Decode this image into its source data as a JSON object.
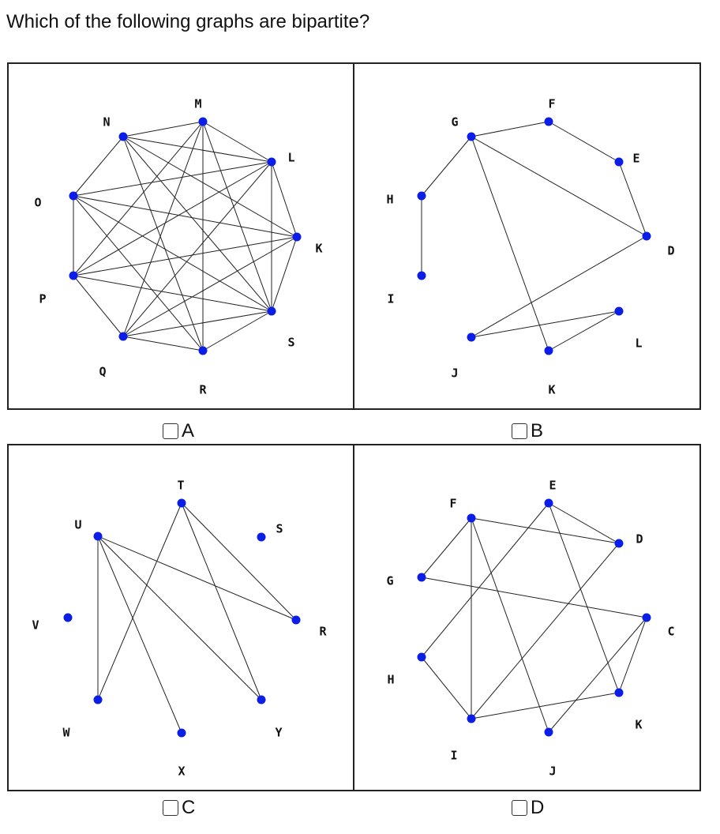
{
  "question": "Which of the following graphs are bipartite?",
  "colors": {
    "vertex": "#0a1ee8",
    "edge": "#222222",
    "border": "#222222"
  },
  "graphs": [
    {
      "id": "A",
      "option_label": "A",
      "vertices": [
        {
          "id": "M",
          "label": "M"
        },
        {
          "id": "N",
          "label": "N"
        },
        {
          "id": "L",
          "label": "L"
        },
        {
          "id": "O",
          "label": "O"
        },
        {
          "id": "K",
          "label": "K"
        },
        {
          "id": "P",
          "label": "P"
        },
        {
          "id": "S",
          "label": "S"
        },
        {
          "id": "Q",
          "label": "Q"
        },
        {
          "id": "R",
          "label": "R"
        }
      ],
      "edges": [
        [
          "N",
          "M"
        ],
        [
          "M",
          "L"
        ],
        [
          "L",
          "K"
        ],
        [
          "K",
          "S"
        ],
        [
          "S",
          "R"
        ],
        [
          "R",
          "Q"
        ],
        [
          "Q",
          "P"
        ],
        [
          "P",
          "O"
        ],
        [
          "O",
          "N"
        ],
        [
          "M",
          "R"
        ],
        [
          "M",
          "Q"
        ],
        [
          "M",
          "P"
        ],
        [
          "M",
          "S"
        ],
        [
          "N",
          "L"
        ],
        [
          "N",
          "K"
        ],
        [
          "N",
          "S"
        ],
        [
          "N",
          "R"
        ],
        [
          "O",
          "L"
        ],
        [
          "O",
          "K"
        ],
        [
          "O",
          "S"
        ],
        [
          "O",
          "R"
        ],
        [
          "L",
          "P"
        ],
        [
          "L",
          "Q"
        ],
        [
          "L",
          "S"
        ],
        [
          "K",
          "P"
        ],
        [
          "K",
          "Q"
        ],
        [
          "P",
          "S"
        ],
        [
          "Q",
          "S"
        ]
      ]
    },
    {
      "id": "B",
      "option_label": "B",
      "vertices": [
        {
          "id": "F",
          "label": "F"
        },
        {
          "id": "G",
          "label": "G"
        },
        {
          "id": "E",
          "label": "E"
        },
        {
          "id": "H",
          "label": "H"
        },
        {
          "id": "D",
          "label": "D"
        },
        {
          "id": "I",
          "label": "I"
        },
        {
          "id": "L",
          "label": "L"
        },
        {
          "id": "J",
          "label": "J"
        },
        {
          "id": "K",
          "label": "K"
        }
      ],
      "edges": [
        [
          "G",
          "F"
        ],
        [
          "F",
          "E"
        ],
        [
          "E",
          "D"
        ],
        [
          "G",
          "D"
        ],
        [
          "G",
          "H"
        ],
        [
          "H",
          "I"
        ],
        [
          "G",
          "K"
        ],
        [
          "K",
          "L"
        ],
        [
          "L",
          "J"
        ],
        [
          "J",
          "D"
        ]
      ]
    },
    {
      "id": "C",
      "option_label": "C",
      "vertices": [
        {
          "id": "T",
          "label": "T"
        },
        {
          "id": "U",
          "label": "U"
        },
        {
          "id": "S",
          "label": "S"
        },
        {
          "id": "V",
          "label": "V"
        },
        {
          "id": "R",
          "label": "R"
        },
        {
          "id": "W",
          "label": "W"
        },
        {
          "id": "Y",
          "label": "Y"
        },
        {
          "id": "X",
          "label": "X"
        }
      ],
      "edges": [
        [
          "U",
          "W"
        ],
        [
          "U",
          "R"
        ],
        [
          "U",
          "Y"
        ],
        [
          "U",
          "X"
        ],
        [
          "T",
          "W"
        ],
        [
          "T",
          "Y"
        ],
        [
          "T",
          "R"
        ]
      ]
    },
    {
      "id": "D",
      "option_label": "D",
      "vertices": [
        {
          "id": "E",
          "label": "E"
        },
        {
          "id": "F",
          "label": "F"
        },
        {
          "id": "D",
          "label": "D"
        },
        {
          "id": "G",
          "label": "G"
        },
        {
          "id": "C",
          "label": "C"
        },
        {
          "id": "H",
          "label": "H"
        },
        {
          "id": "K",
          "label": "K"
        },
        {
          "id": "I",
          "label": "I"
        },
        {
          "id": "J",
          "label": "J"
        }
      ],
      "edges": [
        [
          "F",
          "D"
        ],
        [
          "E",
          "D"
        ],
        [
          "F",
          "G"
        ],
        [
          "G",
          "C"
        ],
        [
          "F",
          "I"
        ],
        [
          "F",
          "J"
        ],
        [
          "E",
          "H"
        ],
        [
          "E",
          "K"
        ],
        [
          "C",
          "K"
        ],
        [
          "C",
          "J"
        ],
        [
          "H",
          "I"
        ],
        [
          "I",
          "K"
        ],
        [
          "I",
          "D"
        ]
      ]
    }
  ]
}
